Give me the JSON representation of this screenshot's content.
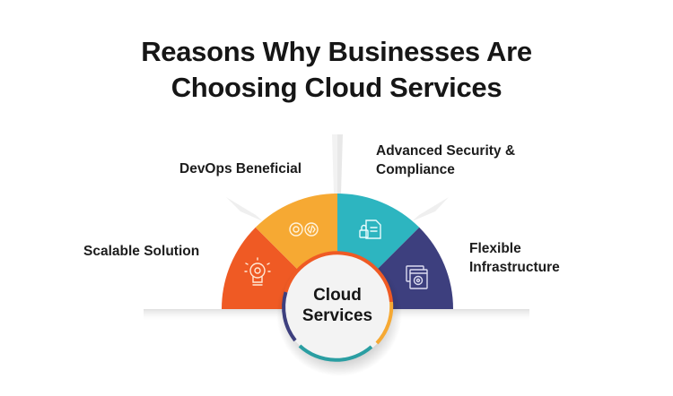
{
  "title": {
    "line1": "Reasons Why Businesses Are",
    "line2": "Choosing Cloud Services"
  },
  "center": {
    "line1": "Cloud",
    "line2": "Services"
  },
  "segments": [
    {
      "label": "Scalable Solution",
      "icon": "lightbulb-gear-icon",
      "color": "#ef5a24"
    },
    {
      "label": "DevOps Beneficial",
      "icon": "devops-cycle-icon",
      "color": "#f6a933"
    },
    {
      "label_line1": "Advanced Security &",
      "label_line2": "Compliance",
      "icon": "secure-document-icon",
      "color": "#2db5c0"
    },
    {
      "label_line1": "Flexible",
      "label_line2": "Infrastructure",
      "icon": "window-gear-icon",
      "color": "#3d3f7e"
    }
  ],
  "ring_colors": {
    "top": "#ef5a24",
    "right": "#f6a933",
    "bottom": "#2a9ea2",
    "left": "#3d3f7e"
  }
}
